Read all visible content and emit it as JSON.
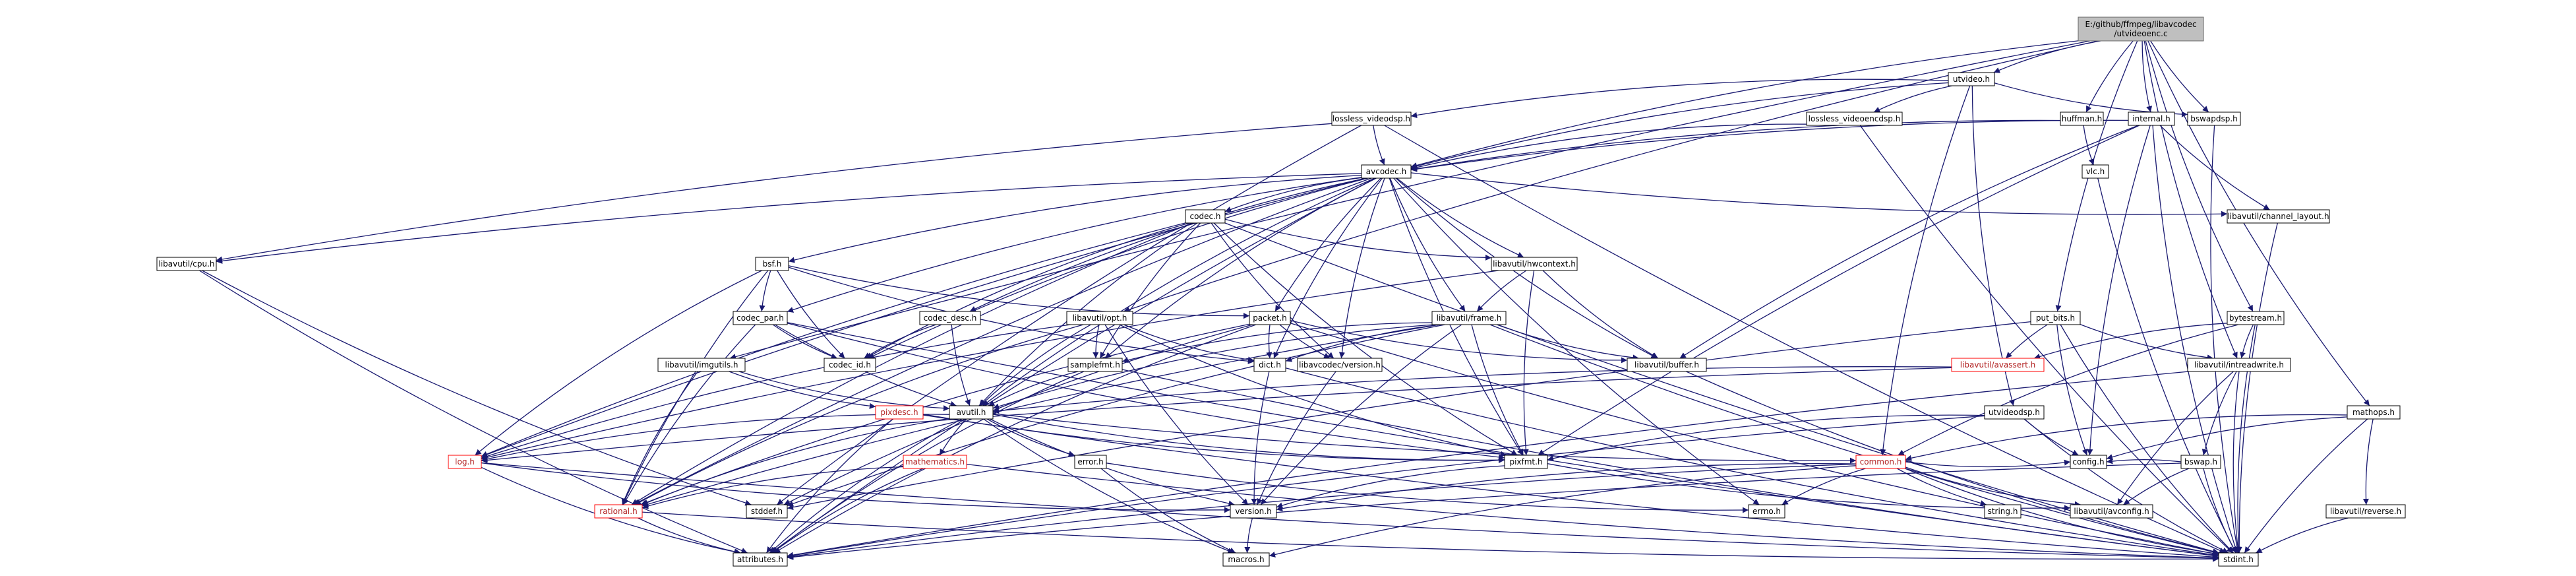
{
  "nodes": [
    {
      "id": "root",
      "label": [
        "E:/github/ffmpeg/libavcodec",
        "/utvideoenc.c"
      ],
      "style": "root"
    },
    {
      "id": "utvideo",
      "label": [
        "utvideo.h"
      ]
    },
    {
      "id": "lossless_videodsp",
      "label": [
        "lossless_videodsp.h"
      ]
    },
    {
      "id": "lossless_videoencdsp",
      "label": [
        "lossless_videoencdsp.h"
      ]
    },
    {
      "id": "huffman",
      "label": [
        "huffman.h"
      ]
    },
    {
      "id": "internal",
      "label": [
        "internal.h"
      ]
    },
    {
      "id": "bswapdsp",
      "label": [
        "bswapdsp.h"
      ]
    },
    {
      "id": "avcodec",
      "label": [
        "avcodec.h"
      ]
    },
    {
      "id": "vlc",
      "label": [
        "vlc.h"
      ]
    },
    {
      "id": "codec",
      "label": [
        "codec.h"
      ]
    },
    {
      "id": "channel_layout",
      "label": [
        "libavutil/channel_layout.h"
      ]
    },
    {
      "id": "cpu",
      "label": [
        "libavutil/cpu.h"
      ]
    },
    {
      "id": "bsf",
      "label": [
        "bsf.h"
      ]
    },
    {
      "id": "hwcontext",
      "label": [
        "libavutil/hwcontext.h"
      ]
    },
    {
      "id": "codec_par",
      "label": [
        "codec_par.h"
      ]
    },
    {
      "id": "codec_desc",
      "label": [
        "codec_desc.h"
      ]
    },
    {
      "id": "opt",
      "label": [
        "libavutil/opt.h"
      ]
    },
    {
      "id": "packet",
      "label": [
        "packet.h"
      ]
    },
    {
      "id": "frame",
      "label": [
        "libavutil/frame.h"
      ]
    },
    {
      "id": "put_bits",
      "label": [
        "put_bits.h"
      ]
    },
    {
      "id": "bytestream",
      "label": [
        "bytestream.h"
      ]
    },
    {
      "id": "imgutils",
      "label": [
        "libavutil/imgutils.h"
      ]
    },
    {
      "id": "codec_id",
      "label": [
        "codec_id.h"
      ]
    },
    {
      "id": "samplefmt",
      "label": [
        "samplefmt.h"
      ]
    },
    {
      "id": "dict",
      "label": [
        "dict.h"
      ]
    },
    {
      "id": "lavc_version",
      "label": [
        "libavcodec/version.h"
      ]
    },
    {
      "id": "buffer",
      "label": [
        "libavutil/buffer.h"
      ]
    },
    {
      "id": "avassert",
      "label": [
        "libavutil/avassert.h"
      ],
      "style": "red"
    },
    {
      "id": "intreadwrite",
      "label": [
        "libavutil/intreadwrite.h"
      ]
    },
    {
      "id": "pixdesc",
      "label": [
        "pixdesc.h"
      ],
      "style": "red"
    },
    {
      "id": "avutil",
      "label": [
        "avutil.h"
      ]
    },
    {
      "id": "utvideodsp",
      "label": [
        "utvideodsp.h"
      ]
    },
    {
      "id": "mathops",
      "label": [
        "mathops.h"
      ]
    },
    {
      "id": "log",
      "label": [
        "log.h"
      ],
      "style": "red"
    },
    {
      "id": "mathematics",
      "label": [
        "mathematics.h"
      ],
      "style": "red"
    },
    {
      "id": "error",
      "label": [
        "error.h"
      ]
    },
    {
      "id": "pixfmt",
      "label": [
        "pixfmt.h"
      ]
    },
    {
      "id": "common",
      "label": [
        "common.h"
      ],
      "style": "red"
    },
    {
      "id": "config",
      "label": [
        "config.h"
      ]
    },
    {
      "id": "bswap",
      "label": [
        "bswap.h"
      ]
    },
    {
      "id": "rational",
      "label": [
        "rational.h"
      ],
      "style": "red"
    },
    {
      "id": "stddef",
      "label": [
        "stddef.h"
      ]
    },
    {
      "id": "version",
      "label": [
        "version.h"
      ]
    },
    {
      "id": "errno",
      "label": [
        "errno.h"
      ]
    },
    {
      "id": "string",
      "label": [
        "string.h"
      ]
    },
    {
      "id": "avconfig",
      "label": [
        "libavutil/avconfig.h"
      ]
    },
    {
      "id": "reverse",
      "label": [
        "libavutil/reverse.h"
      ]
    },
    {
      "id": "attributes",
      "label": [
        "attributes.h"
      ]
    },
    {
      "id": "macros",
      "label": [
        "macros.h"
      ]
    },
    {
      "id": "stdint",
      "label": [
        "stdint.h"
      ]
    }
  ],
  "edges": [
    [
      "root",
      "utvideo"
    ],
    [
      "root",
      "avcodec"
    ],
    [
      "root",
      "internal"
    ],
    [
      "root",
      "huffman"
    ],
    [
      "root",
      "bswapdsp"
    ],
    [
      "root",
      "put_bits"
    ],
    [
      "root",
      "bytestream"
    ],
    [
      "root",
      "mathops"
    ],
    [
      "root",
      "imgutils"
    ],
    [
      "root",
      "opt"
    ],
    [
      "root",
      "intreadwrite"
    ],
    [
      "utvideo",
      "lossless_videodsp"
    ],
    [
      "utvideo",
      "lossless_videoencdsp"
    ],
    [
      "utvideo",
      "avcodec"
    ],
    [
      "utvideo",
      "bswapdsp"
    ],
    [
      "utvideo",
      "common"
    ],
    [
      "utvideo",
      "utvideodsp"
    ],
    [
      "lossless_videodsp",
      "avcodec"
    ],
    [
      "lossless_videodsp",
      "cpu"
    ],
    [
      "lossless_videodsp",
      "stdint"
    ],
    [
      "lossless_videodsp",
      "stddef"
    ],
    [
      "lossless_videoencdsp",
      "avcodec"
    ],
    [
      "lossless_videoencdsp",
      "stdint"
    ],
    [
      "huffman",
      "avcodec"
    ],
    [
      "huffman",
      "vlc"
    ],
    [
      "internal",
      "avcodec"
    ],
    [
      "internal",
      "channel_layout"
    ],
    [
      "internal",
      "buffer"
    ],
    [
      "internal",
      "pixfmt"
    ],
    [
      "internal",
      "config"
    ],
    [
      "internal",
      "stdint"
    ],
    [
      "bswapdsp",
      "stdint"
    ],
    [
      "vlc",
      "stdint"
    ],
    [
      "avcodec",
      "codec"
    ],
    [
      "avcodec",
      "channel_layout"
    ],
    [
      "avcodec",
      "cpu"
    ],
    [
      "avcodec",
      "bsf"
    ],
    [
      "avcodec",
      "hwcontext"
    ],
    [
      "avcodec",
      "codec_par"
    ],
    [
      "avcodec",
      "codec_desc"
    ],
    [
      "avcodec",
      "packet"
    ],
    [
      "avcodec",
      "frame"
    ],
    [
      "avcodec",
      "codec_id"
    ],
    [
      "avcodec",
      "samplefmt"
    ],
    [
      "avcodec",
      "dict"
    ],
    [
      "avcodec",
      "lavc_version"
    ],
    [
      "avcodec",
      "buffer"
    ],
    [
      "avcodec",
      "avutil"
    ],
    [
      "avcodec",
      "log"
    ],
    [
      "avcodec",
      "pixfmt"
    ],
    [
      "avcodec",
      "rational"
    ],
    [
      "avcodec",
      "attributes"
    ],
    [
      "avcodec",
      "errno"
    ],
    [
      "codec",
      "hwcontext"
    ],
    [
      "codec",
      "codec_id"
    ],
    [
      "codec",
      "samplefmt"
    ],
    [
      "codec",
      "avutil"
    ],
    [
      "codec",
      "log"
    ],
    [
      "codec",
      "pixfmt"
    ],
    [
      "codec",
      "rational"
    ],
    [
      "codec",
      "lavc_version"
    ],
    [
      "codec",
      "stdint"
    ],
    [
      "channel_layout",
      "stdint"
    ],
    [
      "cpu",
      "attributes"
    ],
    [
      "cpu",
      "stddef"
    ],
    [
      "bsf",
      "codec_id"
    ],
    [
      "bsf",
      "codec_par"
    ],
    [
      "bsf",
      "packet"
    ],
    [
      "bsf",
      "dict"
    ],
    [
      "bsf",
      "log"
    ],
    [
      "bsf",
      "rational"
    ],
    [
      "hwcontext",
      "buffer"
    ],
    [
      "hwcontext",
      "frame"
    ],
    [
      "hwcontext",
      "log"
    ],
    [
      "hwcontext",
      "pixfmt"
    ],
    [
      "codec_par",
      "avutil"
    ],
    [
      "codec_par",
      "codec_id"
    ],
    [
      "codec_par",
      "pixfmt"
    ],
    [
      "codec_par",
      "rational"
    ],
    [
      "codec_par",
      "stdint"
    ],
    [
      "codec_desc",
      "avutil"
    ],
    [
      "codec_desc",
      "codec_id"
    ],
    [
      "opt",
      "avutil"
    ],
    [
      "opt",
      "dict"
    ],
    [
      "opt",
      "log"
    ],
    [
      "opt",
      "pixfmt"
    ],
    [
      "opt",
      "rational"
    ],
    [
      "opt",
      "samplefmt"
    ],
    [
      "opt",
      "version"
    ],
    [
      "packet",
      "buffer"
    ],
    [
      "packet",
      "attributes"
    ],
    [
      "packet",
      "dict"
    ],
    [
      "packet",
      "rational"
    ],
    [
      "packet",
      "lavc_version"
    ],
    [
      "packet",
      "stddef"
    ],
    [
      "packet",
      "stdint"
    ],
    [
      "frame",
      "avutil"
    ],
    [
      "frame",
      "buffer"
    ],
    [
      "frame",
      "dict"
    ],
    [
      "frame",
      "rational"
    ],
    [
      "frame",
      "samplefmt"
    ],
    [
      "frame",
      "pixfmt"
    ],
    [
      "frame",
      "version"
    ],
    [
      "frame",
      "stdint"
    ],
    [
      "frame",
      "stddef"
    ],
    [
      "put_bits",
      "avassert"
    ],
    [
      "put_bits",
      "intreadwrite"
    ],
    [
      "put_bits",
      "config"
    ],
    [
      "put_bits",
      "stdint"
    ],
    [
      "put_bits",
      "stddef"
    ],
    [
      "bytestream",
      "avassert"
    ],
    [
      "bytestream",
      "intreadwrite"
    ],
    [
      "bytestream",
      "common"
    ],
    [
      "bytestream",
      "stdint"
    ],
    [
      "imgutils",
      "avutil"
    ],
    [
      "imgutils",
      "pixdesc"
    ],
    [
      "imgutils",
      "rational"
    ],
    [
      "samplefmt",
      "avutil"
    ],
    [
      "samplefmt",
      "attributes"
    ],
    [
      "samplefmt",
      "stdint"
    ],
    [
      "dict",
      "stdint"
    ],
    [
      "dict",
      "version"
    ],
    [
      "lavc_version",
      "version"
    ],
    [
      "buffer",
      "stdint"
    ],
    [
      "avassert",
      "avutil"
    ],
    [
      "avassert",
      "log"
    ],
    [
      "intreadwrite",
      "avconfig"
    ],
    [
      "intreadwrite",
      "attributes"
    ],
    [
      "intreadwrite",
      "bswap"
    ],
    [
      "intreadwrite",
      "stdint"
    ],
    [
      "pixdesc",
      "attributes"
    ],
    [
      "pixdesc",
      "pixfmt"
    ],
    [
      "pixdesc",
      "stdint"
    ],
    [
      "avutil",
      "common"
    ],
    [
      "avutil",
      "error"
    ],
    [
      "avutil",
      "version"
    ],
    [
      "avutil",
      "mathematics"
    ],
    [
      "avutil",
      "rational"
    ],
    [
      "avutil",
      "log"
    ],
    [
      "avutil",
      "pixfmt"
    ],
    [
      "avutil",
      "macros"
    ],
    [
      "avutil",
      "attributes"
    ],
    [
      "utvideodsp",
      "stdint"
    ],
    [
      "utvideodsp",
      "pixfmt"
    ],
    [
      "utvideodsp",
      "attributes"
    ],
    [
      "utvideodsp",
      "config"
    ],
    [
      "mathops",
      "common"
    ],
    [
      "mathops",
      "config"
    ],
    [
      "mathops",
      "reverse"
    ],
    [
      "mathops",
      "stdint"
    ],
    [
      "log",
      "attributes"
    ],
    [
      "log",
      "version"
    ],
    [
      "log",
      "stdint"
    ],
    [
      "mathematics",
      "attributes"
    ],
    [
      "mathematics",
      "rational"
    ],
    [
      "mathematics",
      "stdint"
    ],
    [
      "error",
      "errno"
    ],
    [
      "error",
      "macros"
    ],
    [
      "pixfmt",
      "version"
    ],
    [
      "pixfmt",
      "avconfig"
    ],
    [
      "common",
      "attributes"
    ],
    [
      "common",
      "macros"
    ],
    [
      "common",
      "version"
    ],
    [
      "common",
      "errno"
    ],
    [
      "common",
      "string"
    ],
    [
      "common",
      "stdint"
    ],
    [
      "common",
      "avconfig"
    ],
    [
      "common",
      "config"
    ],
    [
      "bswap",
      "avconfig"
    ],
    [
      "bswap",
      "attributes"
    ],
    [
      "bswap",
      "config"
    ],
    [
      "bswap",
      "stdint"
    ],
    [
      "reverse",
      "stdint"
    ],
    [
      "rational",
      "attributes"
    ],
    [
      "rational",
      "stdint"
    ],
    [
      "version",
      "macros"
    ]
  ]
}
